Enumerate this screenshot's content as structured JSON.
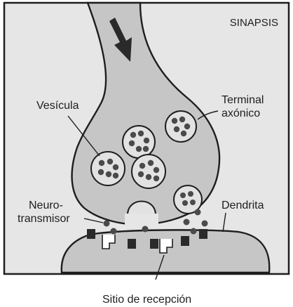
{
  "title": "SINAPSIS",
  "labels": {
    "vesicle": "Vesícula",
    "axon_terminal_line1": "Terminal",
    "axon_terminal_line2": "axónico",
    "neurotransmitter_line1": "Neuro-",
    "neurotransmitter_line2": "transmisor",
    "dendrite": "Dendrita",
    "receptor_site": "Sitio de recepción"
  },
  "colors": {
    "background": "#ffffff",
    "panel": "#e6e6e6",
    "neuron_fill": "#c6c6c6",
    "outline": "#1e1e1e",
    "vesicle_fill": "#e2e2e2",
    "granule": "#4a4a4a",
    "receptor": "#2a2a2a"
  },
  "icons": {
    "flow_arrow": "arrow-down-icon"
  }
}
